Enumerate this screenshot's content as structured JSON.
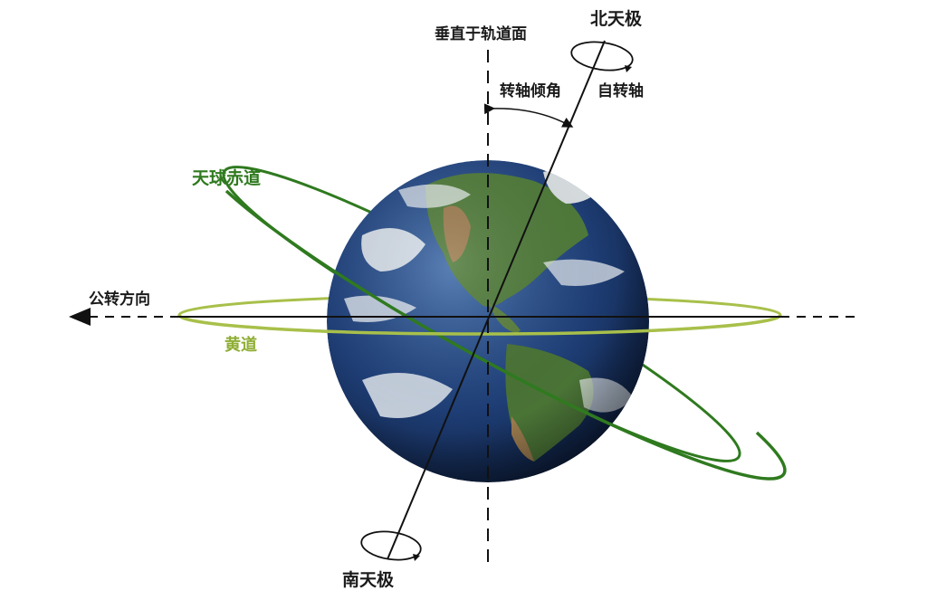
{
  "labels": {
    "north_celestial_pole": "北天极",
    "south_celestial_pole": "南天极",
    "perpendicular_to_orbital_plane": "垂直于轨道面",
    "axial_tilt": "转轴倾角",
    "rotation_axis": "自转轴",
    "celestial_equator": "天球赤道",
    "revolution_direction": "公转方向",
    "ecliptic": "黄道"
  },
  "colors": {
    "celestial_equator": "#2f7a1f",
    "ecliptic": "#a8c04a",
    "lines": "#111111",
    "ocean": "#1f3f78",
    "land_green": "#4f7a3a",
    "land_brown": "#9a7a4e",
    "clouds": "#eef2f5"
  }
}
